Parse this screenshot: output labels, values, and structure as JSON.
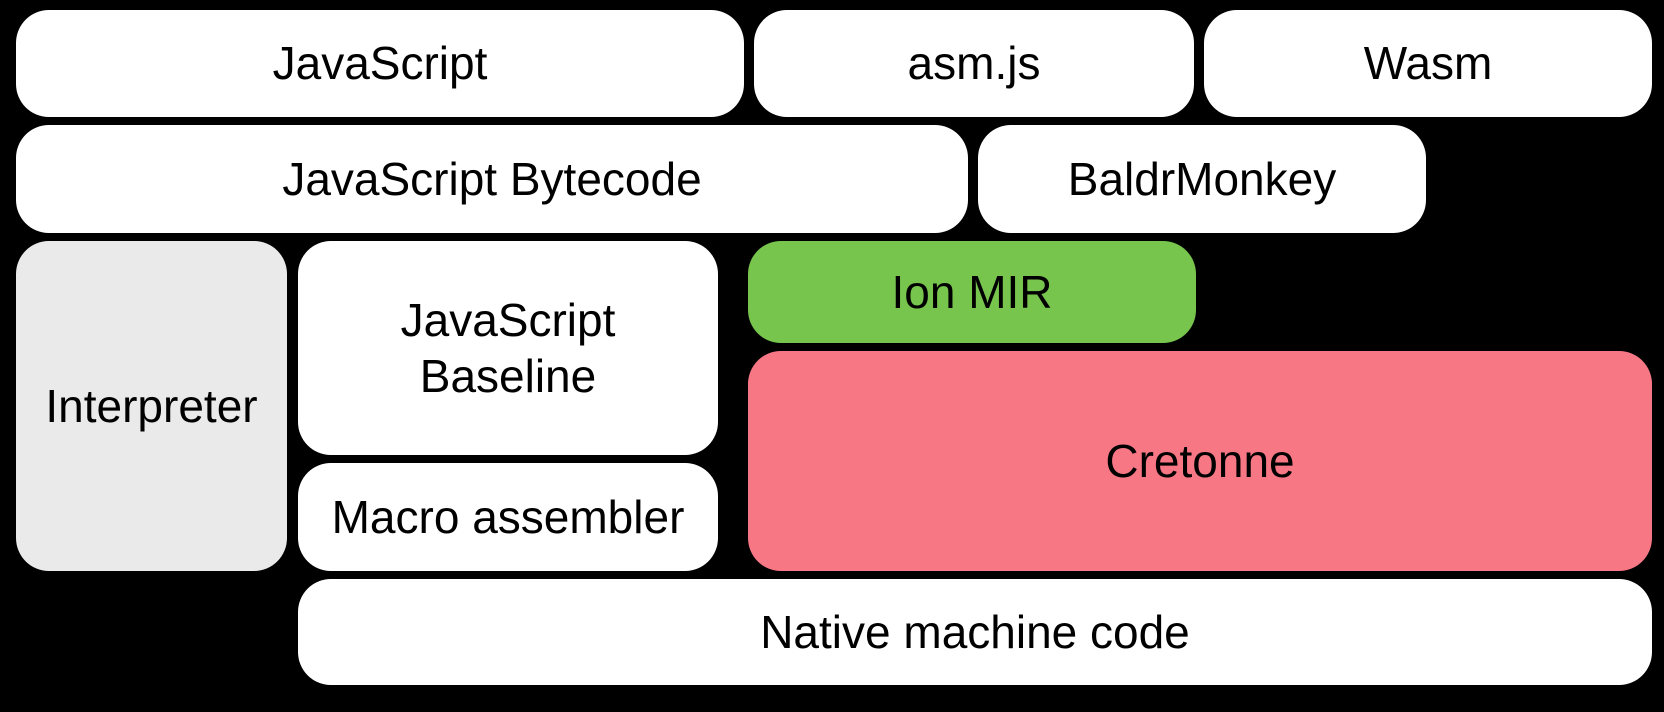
{
  "diagram": {
    "background": "#000000",
    "text_color": "#000000",
    "nodes": {
      "javascript": {
        "label": "JavaScript",
        "fill": "#ffffff"
      },
      "asm_js": {
        "label": "asm.js",
        "fill": "#ffffff"
      },
      "wasm": {
        "label": "Wasm",
        "fill": "#ffffff"
      },
      "javascript_bytecode": {
        "label": "JavaScript Bytecode",
        "fill": "#ffffff"
      },
      "baldrmonkey": {
        "label": "BaldrMonkey",
        "fill": "#ffffff"
      },
      "interpreter": {
        "label": "Interpreter",
        "fill": "#eaeaea"
      },
      "javascript_baseline": {
        "label": "JavaScript Baseline",
        "fill": "#ffffff"
      },
      "ion_mir": {
        "label": "Ion MIR",
        "fill": "#77c54d"
      },
      "cretonne": {
        "label": "Cretonne",
        "fill": "#f77785"
      },
      "macro_assembler": {
        "label": "Macro assembler",
        "fill": "#ffffff"
      },
      "native_machine_code": {
        "label": "Native machine code",
        "fill": "#ffffff"
      }
    }
  }
}
